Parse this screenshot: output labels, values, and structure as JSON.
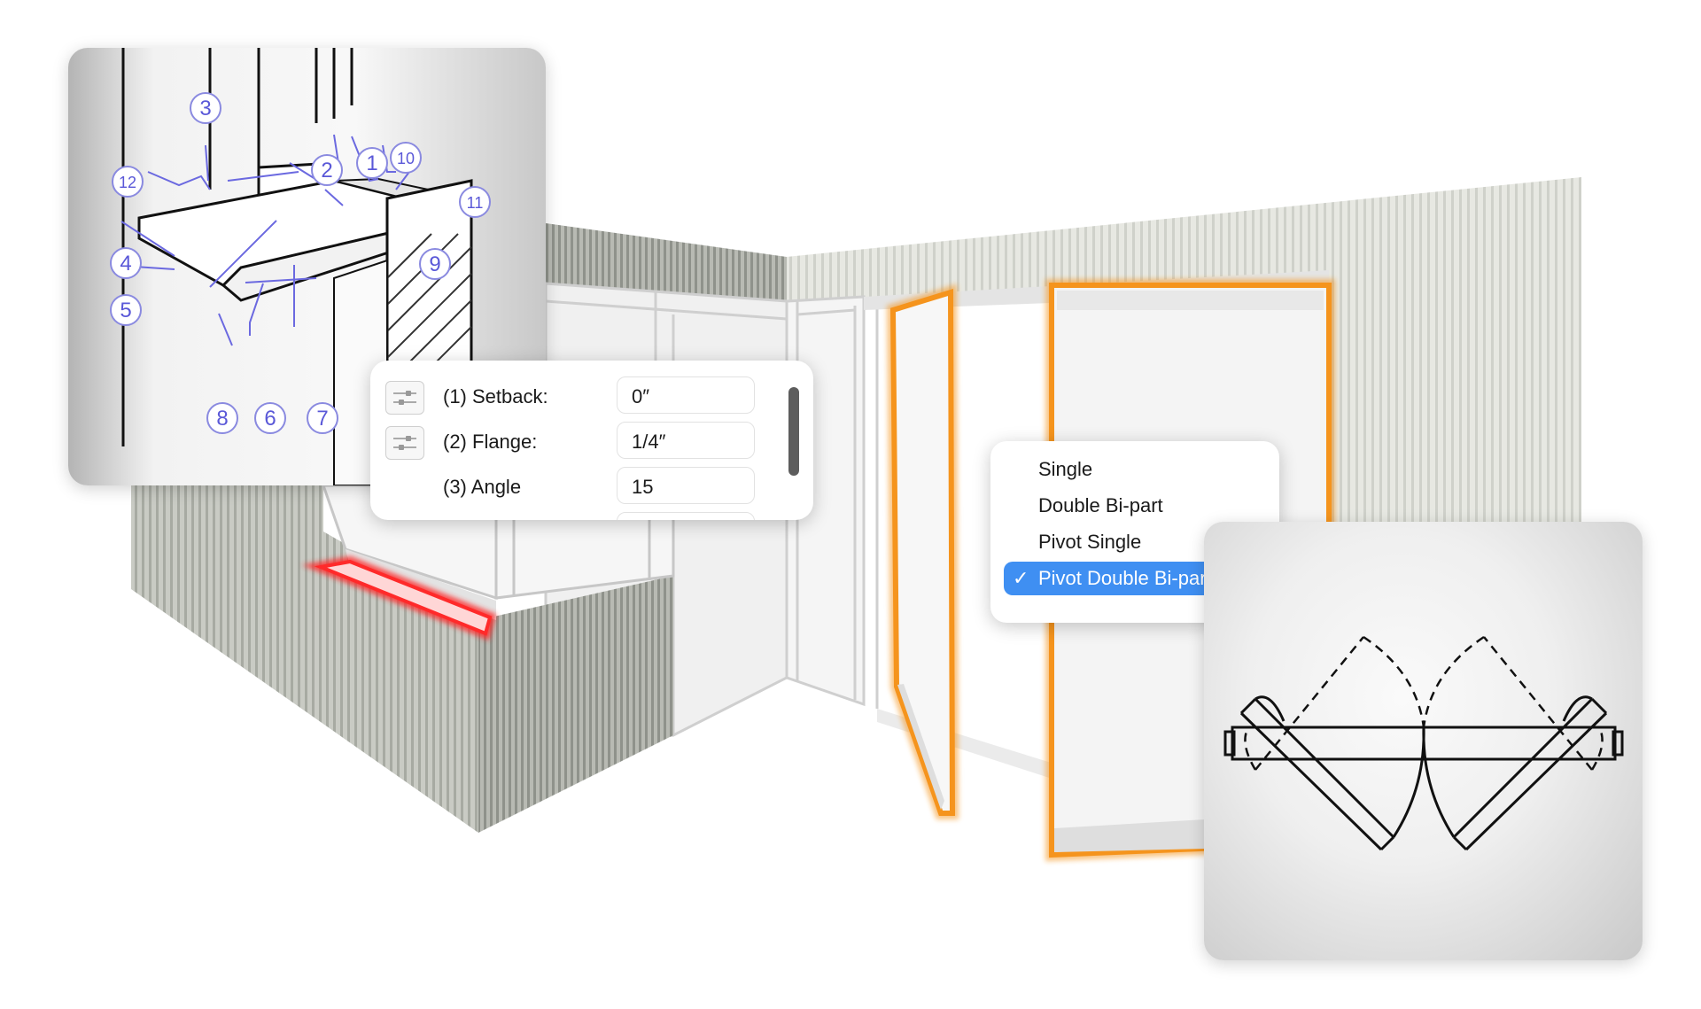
{
  "detail_callouts": [
    "1",
    "2",
    "3",
    "4",
    "5",
    "6",
    "7",
    "8",
    "9",
    "10",
    "11",
    "12"
  ],
  "parameters_panel": {
    "rows": [
      {
        "label": "(1) Setback:",
        "value": "0″",
        "has_icon": true
      },
      {
        "label": "(2) Flange:",
        "value": "1/4″",
        "has_icon": true
      },
      {
        "label": "(3) Angle",
        "value": "15",
        "has_icon": false
      }
    ]
  },
  "door_type_menu": {
    "options": [
      "Single",
      "Double Bi-part",
      "Pivot Single",
      "Pivot Double Bi-part"
    ],
    "selected": "Pivot Double Bi-part",
    "check_glyph": "✓"
  },
  "colors": {
    "selection_highlight": "#f5941d",
    "sill_highlight": "#ff2a2a",
    "callout_accent": "#5a58d8",
    "menu_selected": "#3f8ff2"
  },
  "icons": [
    "sliders-icon",
    "checkmark-icon"
  ]
}
